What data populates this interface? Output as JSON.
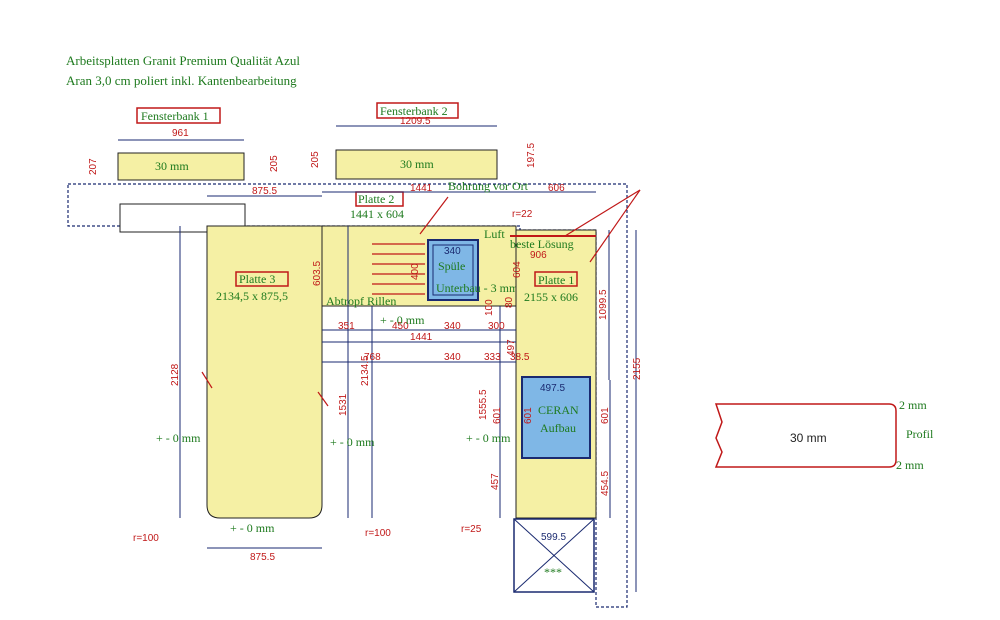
{
  "header": {
    "line1": "Arbeitsplatten Granit Premium Qualität Azul",
    "line2": "Aran 3,0 cm poliert inkl. Kantenbearbeitung"
  },
  "labels": {
    "fensterbank1": "Fensterbank 1",
    "fensterbank2": "Fensterbank 2",
    "platte1": "Platte 1",
    "platte2": "Platte 2",
    "platte3": "Platte 3",
    "platte1_size": "2155 x 606",
    "platte2_size": "1441 x 604",
    "platte3_size": "2134,5 x 875,5",
    "thickness": "30 mm",
    "bohrung": "Bohrung vor Ort",
    "luft": "Luft",
    "beste_loesung": "beste Lösung",
    "spuele": "Spüle",
    "unterbau": "Unterbau - 3 mm",
    "abtropf": "Abtropf Rillen",
    "ceran": "CERAN",
    "aufbau": "Aufbau",
    "pm0": "+ - 0 mm",
    "stars": "***",
    "profil": "Profil",
    "two_mm": "2 mm"
  },
  "dims": {
    "d961": "961",
    "d1209": "1209.5",
    "d207": "207",
    "d205": "205",
    "d205b": "205",
    "d197": "197.5",
    "d875": "875.5",
    "d1441": "1441",
    "d606": "606",
    "r22": "r=22",
    "d906": "906",
    "d603": "603.5",
    "d340": "340",
    "d400": "400",
    "d604": "604",
    "d1099": "1099.5",
    "d2155": "2155",
    "d2128": "2128",
    "d2134": "2134.5",
    "d1531": "1531",
    "d351": "351",
    "d450": "450",
    "d300": "300",
    "d768": "768",
    "d333": "333",
    "d38": "38.5",
    "d497": "497",
    "d1555": "1555.5",
    "d601": "601",
    "d457": "457",
    "d454": "454.5",
    "d4975": "497.5",
    "d5995": "599.5",
    "d100": "100",
    "d80": "80",
    "r100": "r=100",
    "r25": "r=25",
    "dcm": "+ - 0 mm"
  },
  "colors": {
    "slab": "#f5f0a4",
    "sink": "#7fb7e6",
    "dim": "#1a2a70",
    "red": "#c01818",
    "green": "#1e7a1e"
  }
}
